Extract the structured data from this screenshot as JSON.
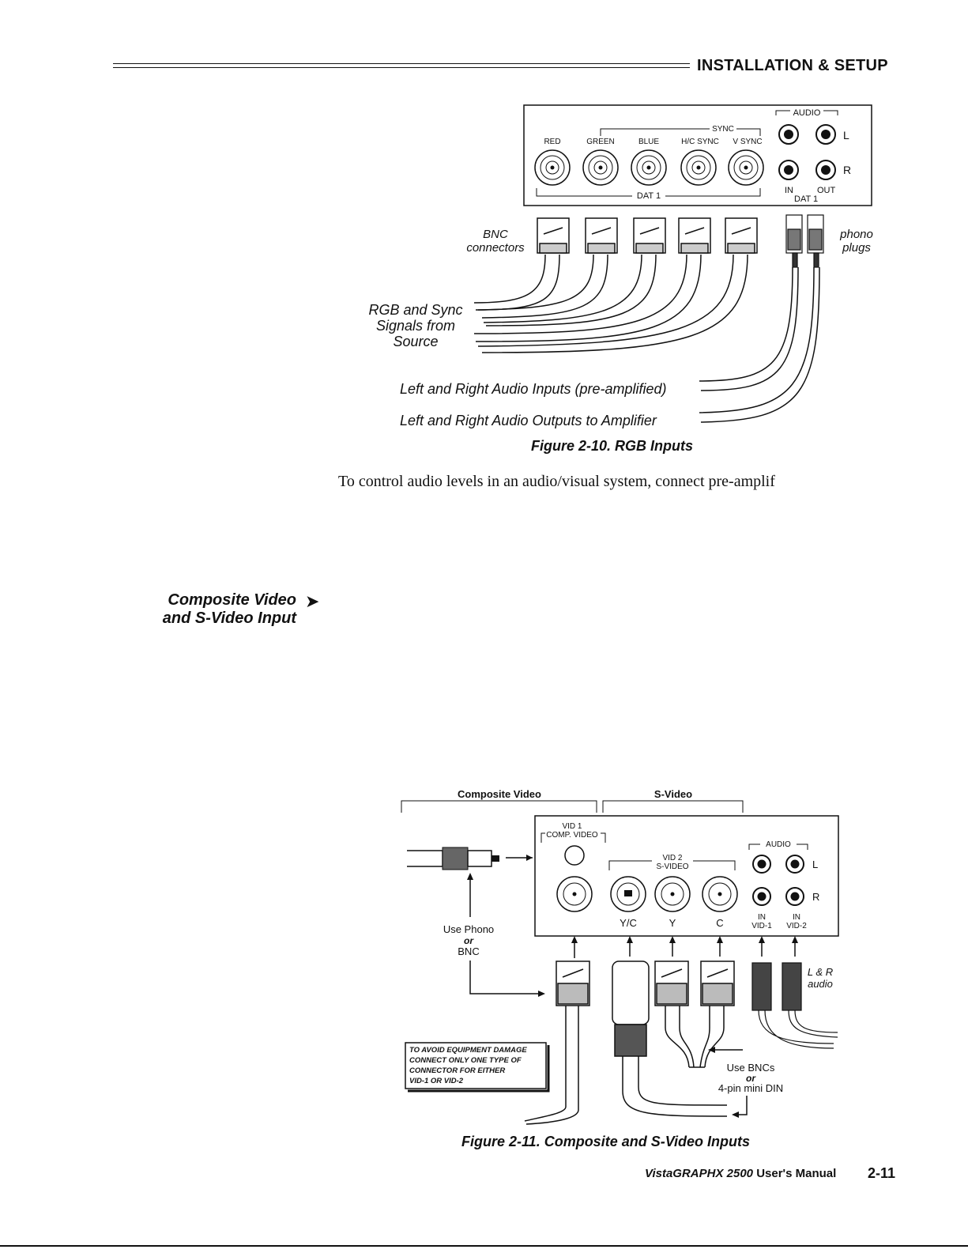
{
  "header": {
    "title": "INSTALLATION & SETUP"
  },
  "figure1": {
    "panel": {
      "audio": "AUDIO",
      "sync": "SYNC",
      "ports": [
        "RED",
        "GREEN",
        "BLUE",
        "H/C SYNC",
        "V SYNC"
      ],
      "dat": "DAT 1",
      "L": "L",
      "R": "R",
      "in": "IN",
      "out": "OUT",
      "dat_audio": "DAT 1"
    },
    "bnc_label": [
      "BNC",
      "connectors"
    ],
    "phono_label": [
      "phono",
      "plugs"
    ],
    "rgb_label": [
      "RGB and Sync",
      "Signals from",
      "Source"
    ],
    "audio_in_label": "Left and Right Audio Inputs (pre-amplified)",
    "audio_out_label": "Left and Right Audio Outputs to Amplifier",
    "caption": "Figure 2-10. RGB Inputs"
  },
  "body_text": "To control audio levels in an audio/visual system, connect pre-amplif",
  "side_heading": {
    "line1": "Composite Video",
    "line2": "and S-Video Input"
  },
  "figure2": {
    "composite_label": "Composite Video",
    "svideo_label": "S-Video",
    "vid1": [
      "VID 1",
      "COMP. VIDEO"
    ],
    "vid2": [
      "VID 2",
      "S-VIDEO"
    ],
    "audio": "AUDIO",
    "ports": [
      "Y/C",
      "Y",
      "C"
    ],
    "L": "L",
    "R": "R",
    "in_labels": [
      "IN",
      "VID-1",
      "IN",
      "VID-2"
    ],
    "use_phono": [
      "Use Phono",
      "or",
      "BNC"
    ],
    "lr_audio": [
      "L & R",
      "audio"
    ],
    "warning": [
      "TO AVOID EQUIPMENT DAMAGE",
      "CONNECT ONLY ONE TYPE OF",
      "CONNECTOR FOR EITHER",
      "VID-1 OR VID-2"
    ],
    "use_bncs": [
      "Use BNCs",
      "or",
      "4-pin mini DIN"
    ],
    "caption": "Figure 2-11. Composite and S-Video Inputs"
  },
  "footer": {
    "product": "VistaGRAPHX 2500",
    "manual": "User's Manual",
    "page": "2-11"
  }
}
